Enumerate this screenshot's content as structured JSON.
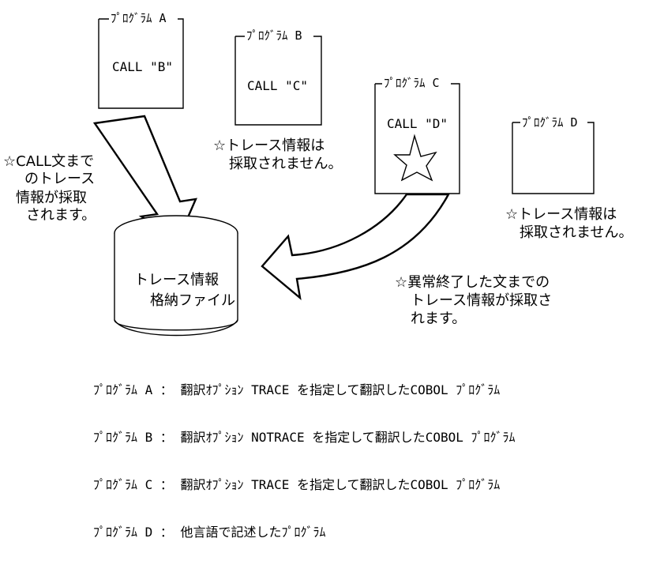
{
  "programs": {
    "a": {
      "title": "ﾌﾟﾛｸﾞﾗﾑ A",
      "statement": "CALL \"B\""
    },
    "b": {
      "title": "ﾌﾟﾛｸﾞﾗﾑ B",
      "statement": "CALL \"C\""
    },
    "c": {
      "title": "ﾌﾟﾛｸﾞﾗﾑ C",
      "statement": "CALL \"D\""
    },
    "d": {
      "title": "ﾌﾟﾛｸﾞﾗﾑ D"
    }
  },
  "annotations": {
    "call_trace": [
      "☆CALL文まで",
      "のトレース",
      "情報が採取",
      "されます。"
    ],
    "program_b_no_trace": [
      "☆トレース情報は",
      "採取されません。"
    ],
    "program_d_no_trace": [
      "☆トレース情報は",
      "採取されません。"
    ],
    "abnormal_trace": [
      "☆異常終了した文までの",
      "トレース情報が採取さ",
      "れます。"
    ]
  },
  "storage": {
    "label_lines": [
      "トレース情報",
      "格納ファイル"
    ]
  },
  "legend": [
    "ﾌﾟﾛｸﾞﾗﾑ A ： 翻訳ｵﾌﾟｼｮﾝ TRACE を指定して翻訳したCOBOL ﾌﾟﾛｸﾞﾗﾑ",
    "ﾌﾟﾛｸﾞﾗﾑ B ： 翻訳ｵﾌﾟｼｮﾝ NOTRACE を指定して翻訳したCOBOL ﾌﾟﾛｸﾞﾗﾑ",
    "ﾌﾟﾛｸﾞﾗﾑ C ： 翻訳ｵﾌﾟｼｮﾝ TRACE を指定して翻訳したCOBOL ﾌﾟﾛｸﾞﾗﾑ",
    "ﾌﾟﾛｸﾞﾗﾑ D ： 他言語で記述したﾌﾟﾛｸﾞﾗﾑ"
  ],
  "icons": {
    "abend": "star-icon",
    "trace_path": "flow-arrow-icon",
    "storage": "cylinder-icon"
  },
  "colors": {
    "line": "#000000",
    "background": "#ffffff"
  }
}
